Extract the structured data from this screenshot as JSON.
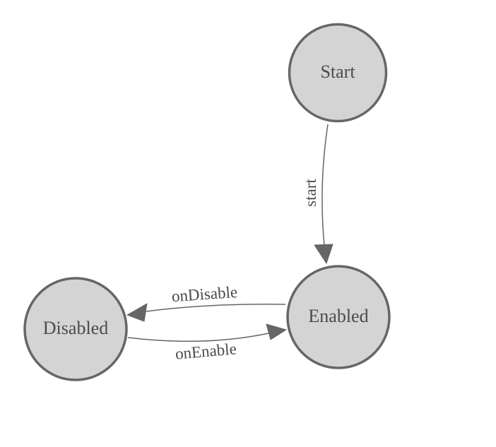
{
  "diagram": {
    "kind": "state-machine",
    "colors": {
      "background": "#ffffff",
      "node_fill": "#d4d4d4",
      "node_stroke": "#666666",
      "edge_color": "#666666",
      "text_color": "#4a4a52"
    },
    "nodes": [
      {
        "label": "Start"
      },
      {
        "label": "Enabled"
      },
      {
        "label": "Disabled"
      }
    ],
    "edges": [
      {
        "label": "start",
        "from": "Start",
        "to": "Enabled"
      },
      {
        "label": "onDisable",
        "from": "Enabled",
        "to": "Disabled"
      },
      {
        "label": "onEnable",
        "from": "Disabled",
        "to": "Enabled"
      }
    ]
  }
}
